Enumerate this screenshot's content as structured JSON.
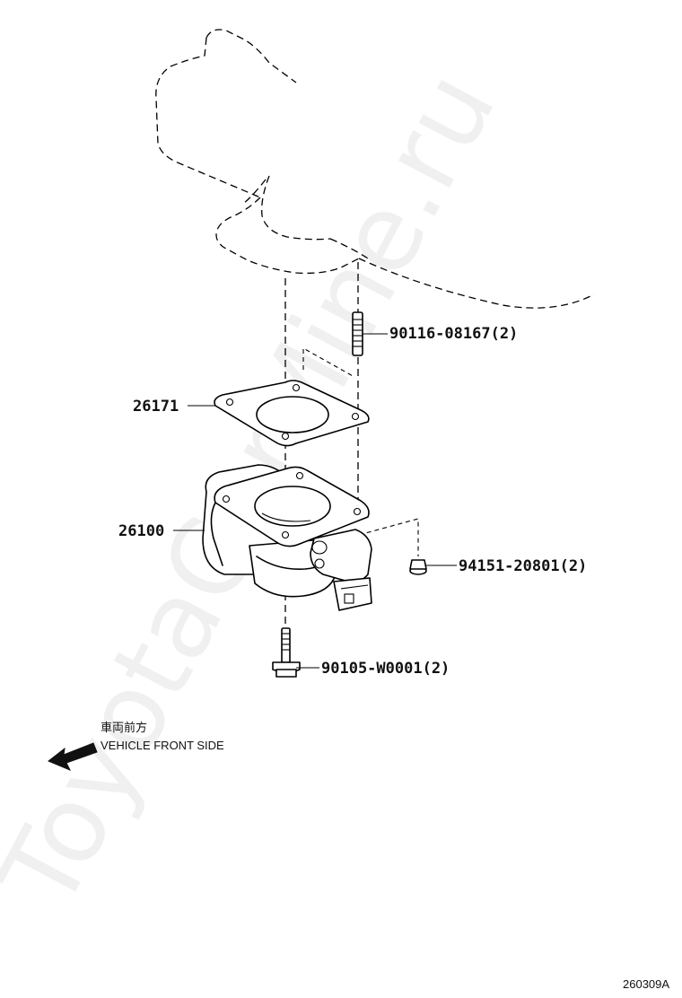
{
  "parts": {
    "stud": "90116-08167(2)",
    "gasket": "26171",
    "throttle_body": "26100",
    "nut": "94151-20801(2)",
    "bolt": "90105-W0001(2)"
  },
  "direction": {
    "japanese": "車両前方",
    "english": "VEHICLE FRONT SIDE"
  },
  "diagram_code": "260309A",
  "watermark": "ToyotaCarMine.ru"
}
